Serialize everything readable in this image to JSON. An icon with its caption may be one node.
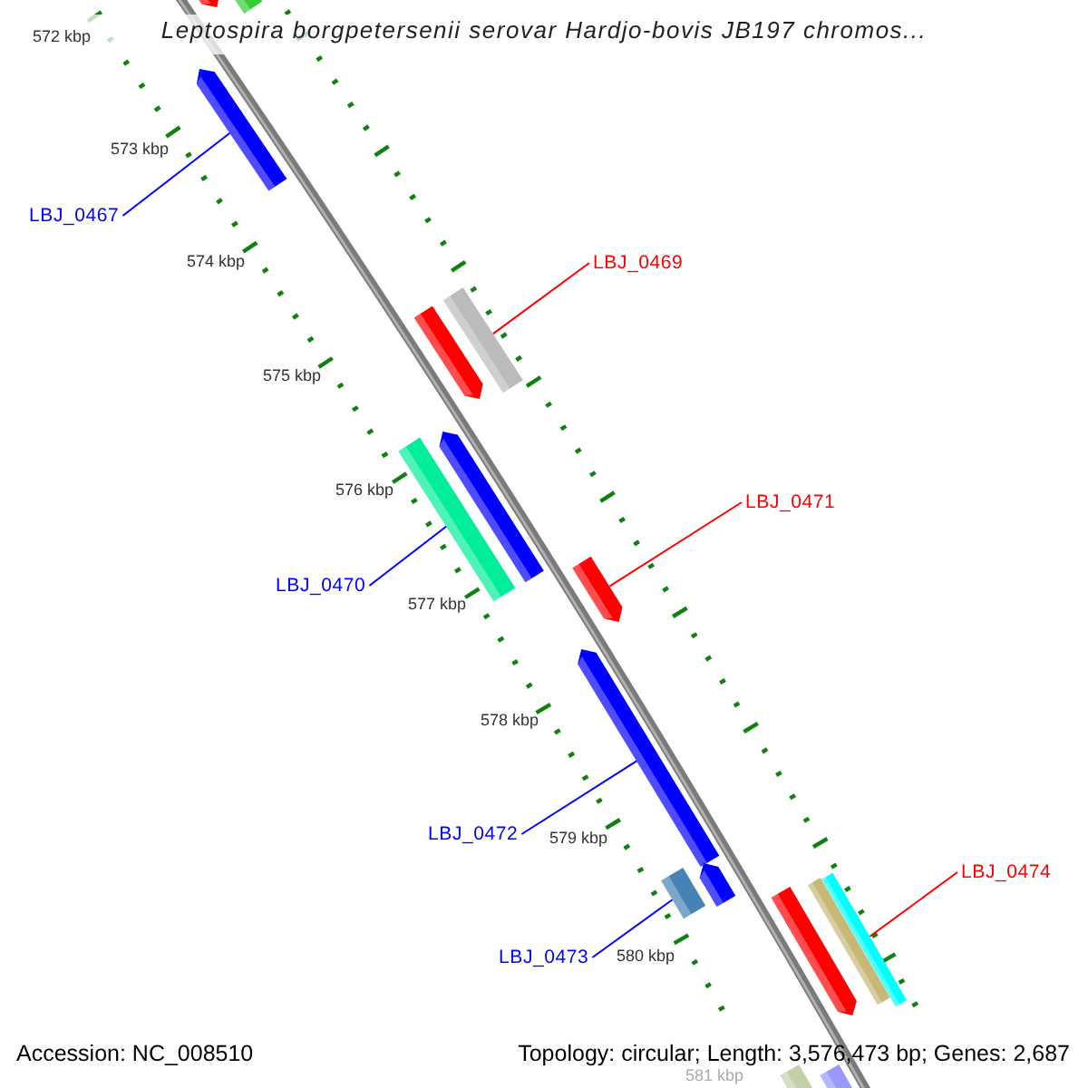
{
  "diagram": {
    "title": "Leptospira borgpetersenii serovar Hardjo-bovis JB197 chromos...",
    "nodes": [
      {
        "text": [
          "LBJ_0467"
        ]
      },
      {
        "text": [
          "LBJ_0469"
        ]
      },
      {
        "text": [
          "LBJ_0471"
        ]
      },
      {
        "text": [
          "LBJ_0470"
        ]
      },
      {
        "text": [
          "LBJ_0472"
        ]
      },
      {
        "text": [
          "LBJ_0474"
        ]
      },
      {
        "text": [
          "LBJ_0473"
        ]
      },
      {
        "text": [],
        "shape": "bar"
      },
      {
        "text": [],
        "shape": "bar"
      },
      {
        "text": [],
        "shape": "bar"
      },
      {
        "text": [],
        "shape": "bar"
      },
      {
        "text": [],
        "shape": "bar"
      },
      {
        "text": [],
        "shape": "bar"
      },
      {
        "text": [],
        "shape": "bar"
      },
      {
        "text": [],
        "shape": "bar"
      },
      {
        "text": [],
        "shape": "bar"
      },
      {
        "text": [],
        "shape": "bar"
      },
      {
        "text": [],
        "shape": "bar"
      },
      {
        "text": [],
        "shape": "bar"
      },
      {
        "text": [],
        "shape": "bar"
      },
      {
        "text": [],
        "shape": "bar"
      },
      {
        "text": [],
        "shape": "bar"
      },
      {
        "text": [],
        "shape": "bar"
      }
    ],
    "edges": [
      {
        "from": 0,
        "to": 9,
        "arrow": "none"
      },
      {
        "from": 1,
        "to": 10,
        "arrow": "none",
        "color": "#ff0000"
      },
      {
        "from": 2,
        "to": 14,
        "arrow": "none",
        "color": "#ff0000"
      },
      {
        "from": 3,
        "to": 13,
        "arrow": "none"
      },
      {
        "from": 4,
        "to": 15,
        "arrow": "none"
      },
      {
        "from": 5,
        "to": 18,
        "arrow": "none",
        "color": "#ff0000"
      },
      {
        "from": 6,
        "to": 17,
        "arrow": "none"
      }
    ],
    "labels": [
      "572 kbp",
      "573 kbp",
      "574 kbp",
      "575 kbp",
      "576 kbp",
      "577 kbp",
      "578 kbp",
      "579 kbp",
      "580 kbp",
      "581 kbp",
      "Accession: NC_008510",
      "Topology: circular; Length: 3,576,473 bp; Genes: 2,687"
    ]
  }
}
